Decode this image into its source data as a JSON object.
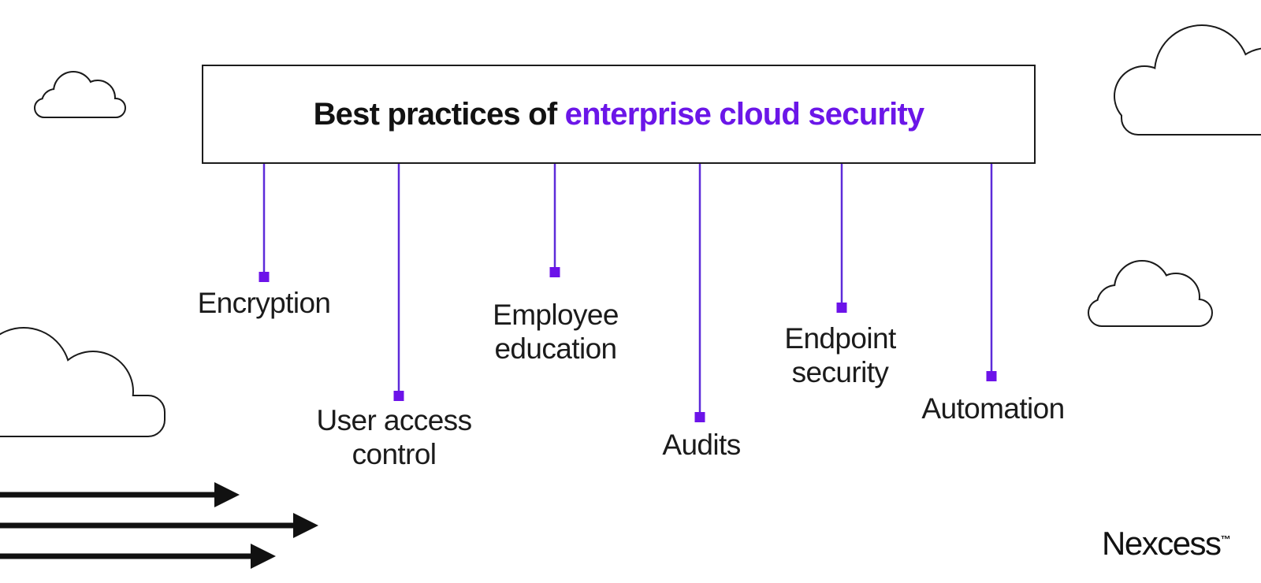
{
  "title": {
    "prefix": "Best practices of ",
    "highlight": "enterprise cloud security"
  },
  "branches": [
    {
      "label": "Encryption"
    },
    {
      "label": "User access control"
    },
    {
      "label": "Employee education"
    },
    {
      "label": "Audits"
    },
    {
      "label": "Endpoint security"
    },
    {
      "label": "Automation"
    }
  ],
  "brand": {
    "name": "Nexcess",
    "trademark": "™"
  },
  "colors": {
    "title_highlight": "#6b16e8",
    "connector_line": "#5d2bd9",
    "connector_node": "#6c13e9",
    "text": "#1b1b1b",
    "outline": "#1a1a1a",
    "background": "#ffffff"
  },
  "decor": {
    "cloud_icons": 4,
    "arrow_icons": 3
  }
}
